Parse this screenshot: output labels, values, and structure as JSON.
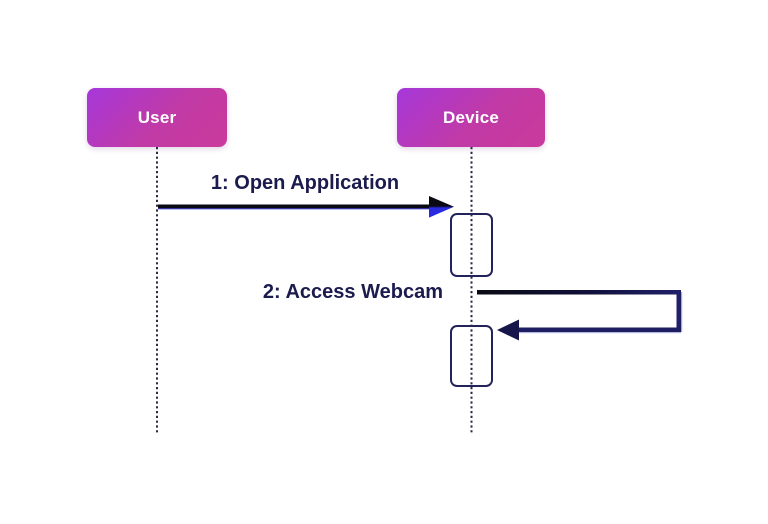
{
  "diagram": {
    "type": "sequence-diagram",
    "actors": [
      {
        "id": "user",
        "label": "User"
      },
      {
        "id": "device",
        "label": "Device"
      }
    ],
    "messages": [
      {
        "seq": 1,
        "label": "1: Open Application",
        "from": "user",
        "to": "device",
        "kind": "message"
      },
      {
        "seq": 2,
        "label": "2: Access Webcam",
        "from": "device",
        "to": "device",
        "kind": "self-message"
      }
    ],
    "colors": {
      "background": "#FFFFFF",
      "actor_gradient_start": "#A637DA",
      "actor_gradient_end": "#CA3A9B",
      "actor_text": "#FFFFFF",
      "message_text": "#1B1B4E",
      "line_black": "#0A0A14",
      "line_navy": "#20206A",
      "arrowhead_blue": "#2A2AE0",
      "activation_border": "#23235C",
      "lifeline_dotted": "#2B2B45"
    }
  }
}
